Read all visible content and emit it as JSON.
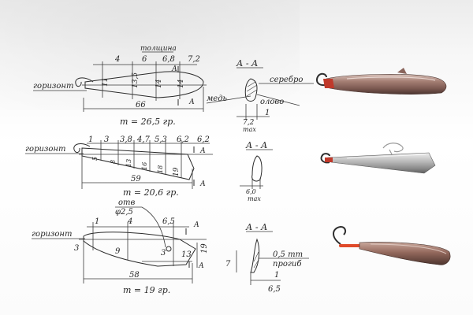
{
  "drawing_1": {
    "thickness_label": "толщина",
    "horizon_label": "горизонт",
    "dims_top": [
      "4",
      "6",
      "6,8",
      "7,2"
    ],
    "thickness": [
      "11",
      "13,5",
      "14",
      "14"
    ],
    "length": "66",
    "mass": "m = 26,5 гр.",
    "section_title": "А - А",
    "section_mark": "А",
    "section_labels": [
      "серебро",
      "медь",
      "олово"
    ],
    "section_dims": [
      "7,2",
      "max",
      "1"
    ]
  },
  "drawing_2": {
    "horizon_label": "горизонт",
    "dims_top": [
      "1",
      "3",
      "3,8",
      "4,7",
      "5,3",
      "6,2",
      "6,2"
    ],
    "thickness": [
      "5",
      "8",
      "13",
      "16",
      "18",
      "19"
    ],
    "length": "59",
    "mass": "m = 20,6 гр.",
    "section_title": "А - А",
    "section_mark": "А",
    "section_dims": [
      "6,0",
      "max"
    ]
  },
  "drawing_3": {
    "horizon_label": "горизонт",
    "hole_label": "отв",
    "hole_dia": "φ2,5",
    "dims_top": [
      "1",
      "4",
      "6,5"
    ],
    "thickness": [
      "3",
      "9",
      "3",
      "13",
      "19"
    ],
    "length": "58",
    "mass": "m = 19 гр.",
    "section_title": "А - А",
    "section_mark": "А",
    "section_labels": [
      "0,5 mm",
      "прогиб"
    ],
    "section_dims": [
      "7",
      "1",
      "6,5"
    ]
  },
  "colors": {
    "paper": "#ffffff",
    "ink": "#2a2a2a",
    "lure_copper": "#9c6f63",
    "lure_silver": "#a8a8a8",
    "lure_red": "#c0392b",
    "hook": "#2e2e2e"
  }
}
